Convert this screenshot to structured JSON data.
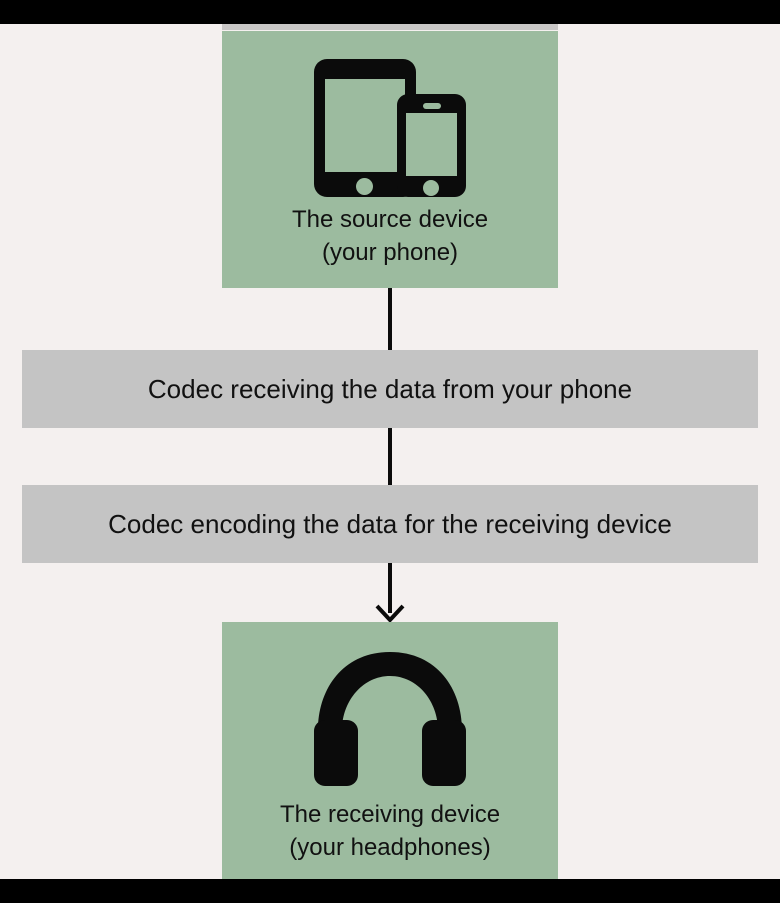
{
  "colors": {
    "page_background": "#f4f0ef",
    "letterbox": "#000000",
    "card_green": "#9cbb9f",
    "step_gray": "#c4c4c4",
    "ink": "#111111",
    "connector": "#0b0b0b"
  },
  "diagram": {
    "source_card": {
      "icon": "tablet-and-phone-icon",
      "caption_line_1": "The source device",
      "caption_line_2": "(your phone)"
    },
    "steps": [
      {
        "label": "Codec receiving the data from your phone"
      },
      {
        "label": "Codec encoding the data for the receiving device"
      }
    ],
    "receiver_card": {
      "icon": "headphones-icon",
      "caption_line_1": "The receiving device",
      "caption_line_2": "(your headphones)"
    }
  }
}
